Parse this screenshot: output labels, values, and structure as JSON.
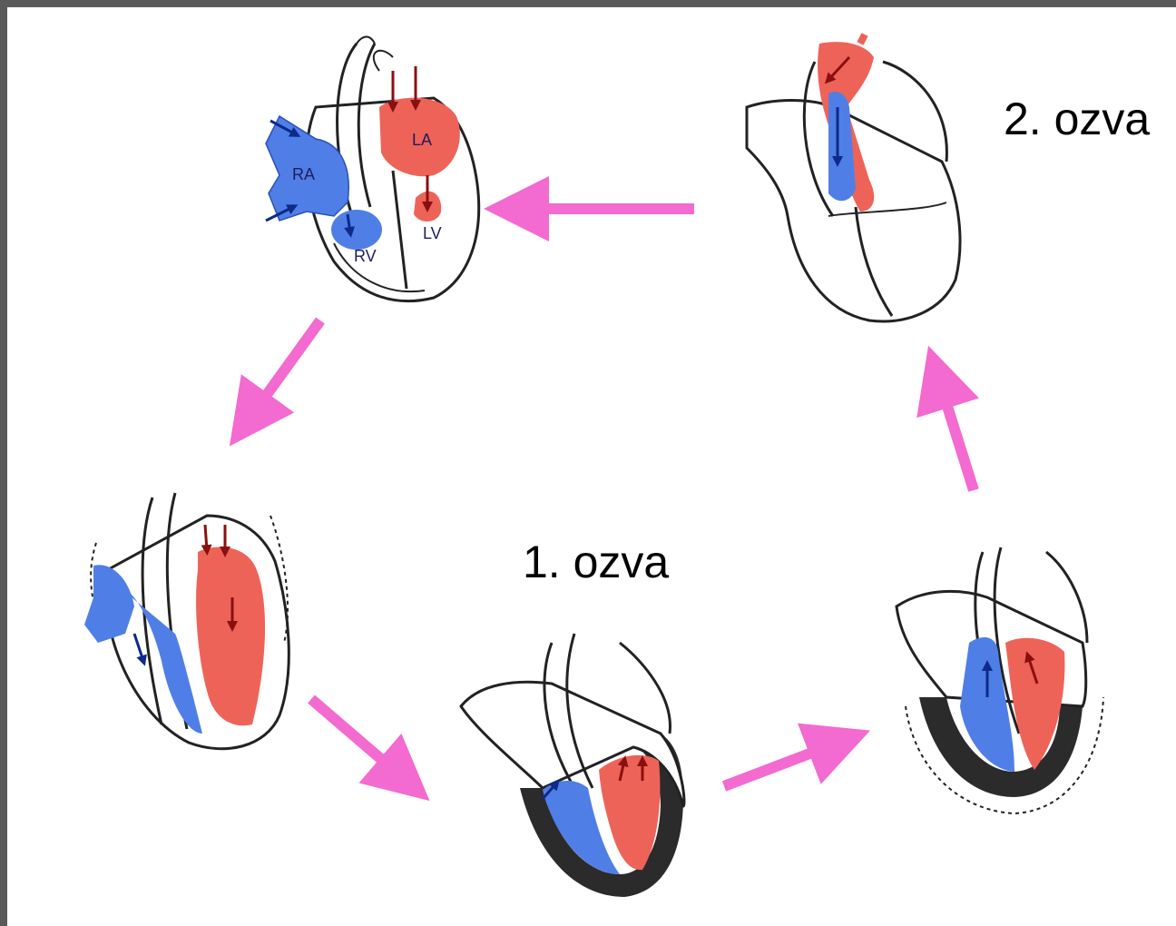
{
  "labels": {
    "sound1": "1. ozva",
    "sound2": "2. ozva",
    "ra": "RA",
    "la": "LA",
    "rv": "RV",
    "lv": "LV"
  },
  "colors": {
    "venous": "#4f7fe6",
    "arterial": "#ee6358",
    "arrow": "#f36ad0",
    "muscle": "#2b2b2b"
  },
  "stages": [
    {
      "id": "atrial-filling",
      "contracted": false
    },
    {
      "id": "atrial-contraction",
      "contracted": false
    },
    {
      "id": "isovolumic-contraction",
      "contracted": true
    },
    {
      "id": "ejection",
      "contracted": true
    },
    {
      "id": "isovolumic-relaxation",
      "contracted": false
    }
  ]
}
